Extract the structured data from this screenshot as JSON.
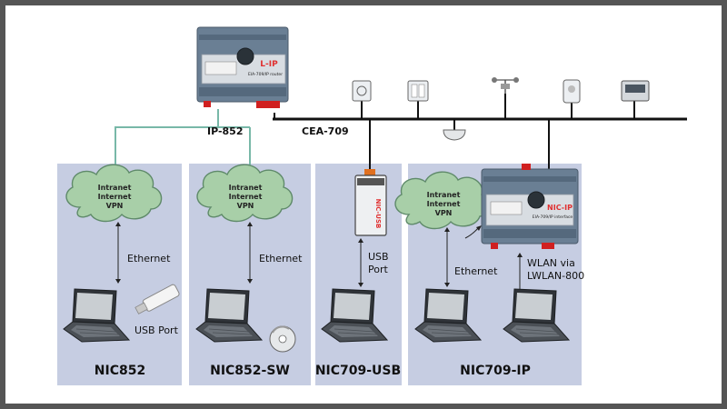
{
  "bus": {
    "label": "CEA-709"
  },
  "backbone": {
    "label": "IP-852"
  },
  "router": {
    "brand": "L-IP",
    "subtitle": "EIA-709/IP router"
  },
  "nic_ip_device": {
    "brand": "NIC-IP",
    "subtitle": "EIA-709/IP interface"
  },
  "usb_device": {
    "label": "NIC-USB"
  },
  "cloud": {
    "line1": "Intranet",
    "line2": "Internet",
    "line3": "VPN"
  },
  "links": {
    "ethernet": "Ethernet",
    "usb_port_1": "USB",
    "usb_port_2": "Port",
    "usb_port_inline": "USB Port",
    "wlan_1": "WLAN via",
    "wlan_2": "LWLAN-800"
  },
  "panels": [
    {
      "title": "NIC852"
    },
    {
      "title": "NIC852-SW"
    },
    {
      "title": "NIC709-USB"
    },
    {
      "title": "NIC709-IP"
    }
  ],
  "colors": {
    "panel_bg": "#c6cde2",
    "cloud": "#a8cfa8",
    "cloud_stroke": "#5f8a6a",
    "ip_line": "#78b8a8",
    "device": "#6a7f94",
    "accent": "#e03030"
  }
}
